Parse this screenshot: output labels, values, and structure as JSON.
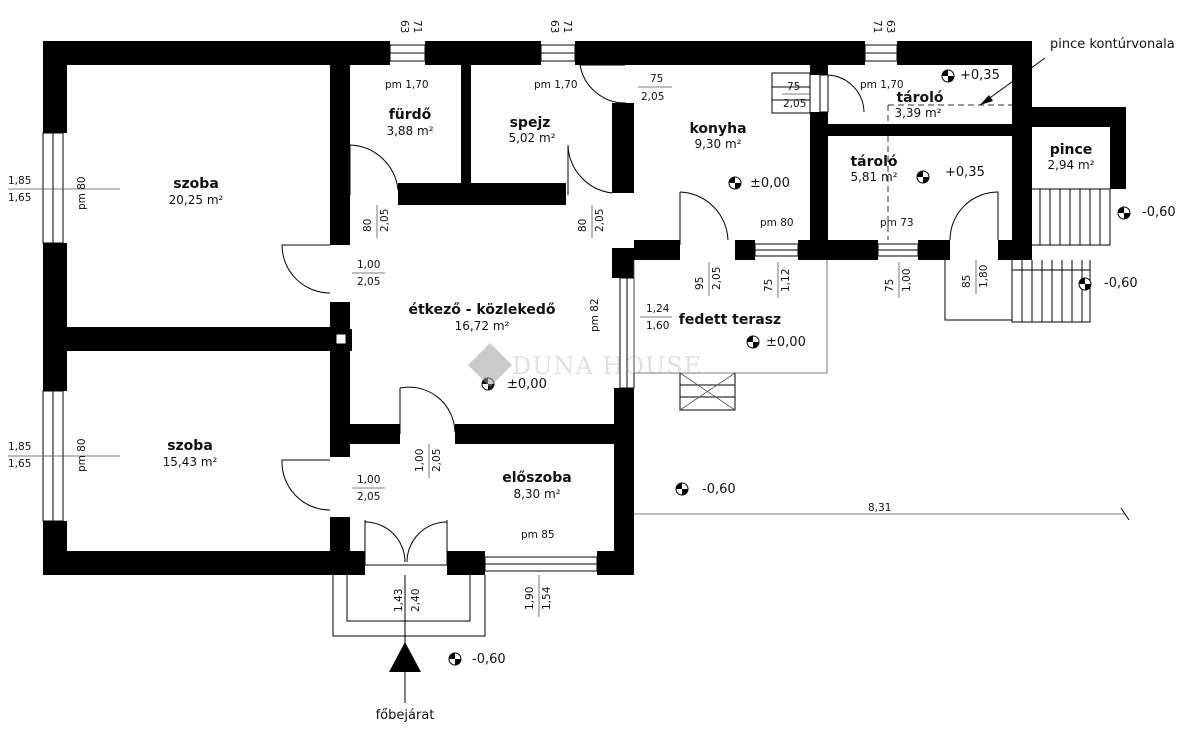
{
  "rooms": [
    {
      "name": "szoba",
      "area": "20,25 m²"
    },
    {
      "name": "fürdő",
      "area": "3,88 m²"
    },
    {
      "name": "spejz",
      "area": "5,02 m²"
    },
    {
      "name": "konyha",
      "area": "9,30 m²"
    },
    {
      "name": "tároló",
      "area": "3,39 m²"
    },
    {
      "name": "tároló",
      "area": "5,81 m²"
    },
    {
      "name": "pince",
      "area": "2,94 m²"
    },
    {
      "name": "étkező - közlekedő",
      "area": "16,72 m²"
    },
    {
      "name": "fedett terasz",
      "area": ""
    },
    {
      "name": "szoba",
      "area": "15,43 m²"
    },
    {
      "name": "előszoba",
      "area": "8,30 m²"
    }
  ],
  "levels": [
    "+0,35",
    "±0,00",
    "+0,35",
    "-0,60",
    "-0,60",
    "±0,00",
    "±0,00",
    "-0,60",
    "-0,60"
  ],
  "labels": {
    "pince_contour": "pince kontúrvonala",
    "main_entrance": "főbejárat",
    "watermark": "DUNA HOUSE",
    "overall_dim": "8,31"
  },
  "dims": {
    "top1a": "63",
    "top1b": "71",
    "top2a": "63",
    "top2b": "71",
    "top3a": "71",
    "top3b": "63",
    "pm170a": "pm 1,70",
    "pm170b": "pm 1,70",
    "pm170c": "pm 1,70",
    "d75": "75",
    "d205": "2,05",
    "d75b": "75",
    "d205b": "2,05",
    "left1a": "1,85",
    "left1b": "1,65",
    "left1pm": "pm 80",
    "left2a": "1,85",
    "left2b": "1,65",
    "left2pm": "pm 80",
    "f80": "80",
    "f205": "2,05",
    "s80": "80",
    "s205": "2,05",
    "d100a": "1,00",
    "d205c": "2,05",
    "d100b": "1,00",
    "d205d": "2,05",
    "pm80k": "pm 80",
    "pm73": "pm 73",
    "d95": "95",
    "d205e": "2,05",
    "d75c": "75",
    "d112": "1,12",
    "d75d": "75",
    "d100c": "1,00",
    "d85": "85",
    "d180": "1,80",
    "pm82": "pm 82",
    "d124": "1,24",
    "d160": "1,60",
    "d100e": "1,00",
    "d205f": "2,05",
    "pm85": "pm 85",
    "d143": "1,43",
    "d240": "2,40",
    "d190": "1,90",
    "d154": "1,54"
  }
}
